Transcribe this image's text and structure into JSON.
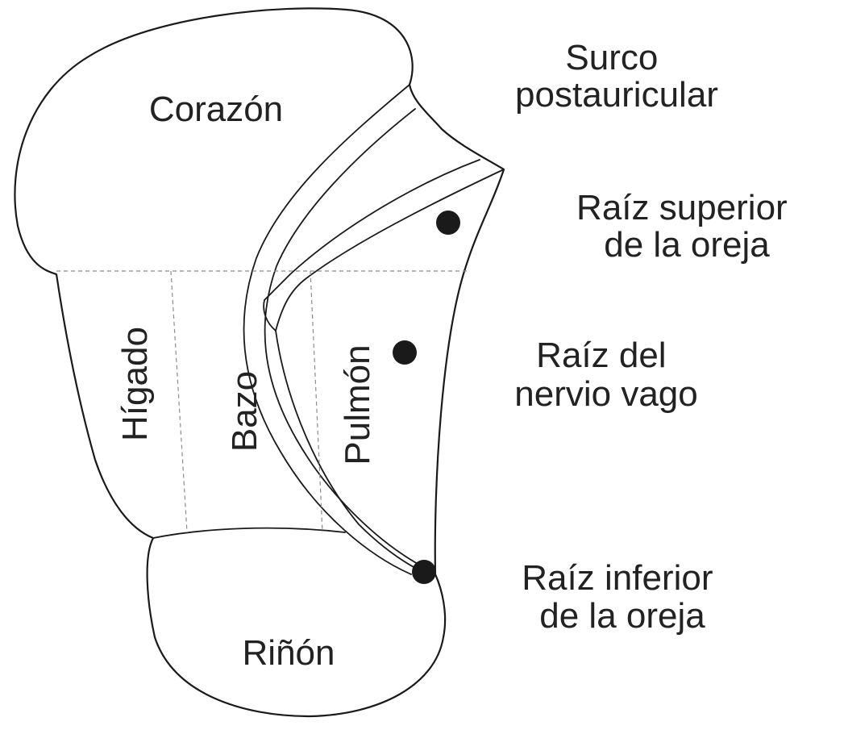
{
  "diagram": {
    "regions": {
      "heart": "Corazón",
      "liver": "Hígado",
      "spleen": "Bazo",
      "lung": "Pulmón",
      "kidney": "Riñón"
    },
    "annotations": {
      "postauricular_groove": [
        "Surco",
        "postauricular"
      ],
      "upper_root": [
        "Raíz superior",
        "de la oreja"
      ],
      "vagus_root": [
        "Raíz del",
        "nervio vago"
      ],
      "lower_root": [
        "Raíz inferior",
        "de la oreja"
      ]
    },
    "colors": {
      "stroke": "#1a1a1a",
      "text": "#222222",
      "divider": "#8c8c8c",
      "background": "#ffffff"
    }
  }
}
